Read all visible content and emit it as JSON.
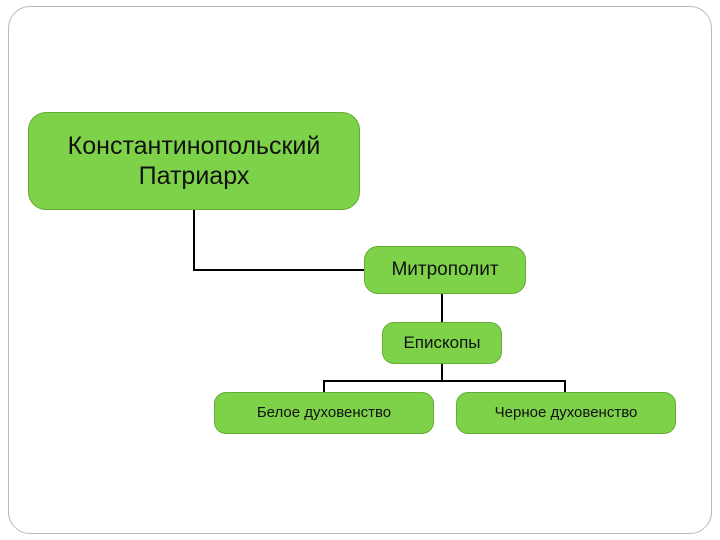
{
  "slide": {
    "background_color": "#ffffff",
    "frame_border_color": "#b9b9b9"
  },
  "theme": {
    "node_fill": "#7ed24a",
    "node_border": "#63ad36",
    "text_color": "#111111",
    "connector_color": "#000000"
  },
  "diagram": {
    "type": "hierarchy",
    "nodes": [
      {
        "id": "patriarch",
        "label": "Константинопольский\nПатриарх",
        "level": 0
      },
      {
        "id": "metropolitan",
        "label": "Митрополит",
        "level": 1
      },
      {
        "id": "bishops",
        "label": "Епископы",
        "level": 2
      },
      {
        "id": "white_clergy",
        "label": "Белое духовенство",
        "level": 3
      },
      {
        "id": "black_clergy",
        "label": "Черное духовенство",
        "level": 3
      }
    ],
    "edges": [
      {
        "from": "patriarch",
        "to": "metropolitan"
      },
      {
        "from": "metropolitan",
        "to": "bishops"
      },
      {
        "from": "bishops",
        "to": "white_clergy"
      },
      {
        "from": "bishops",
        "to": "black_clergy"
      }
    ]
  }
}
